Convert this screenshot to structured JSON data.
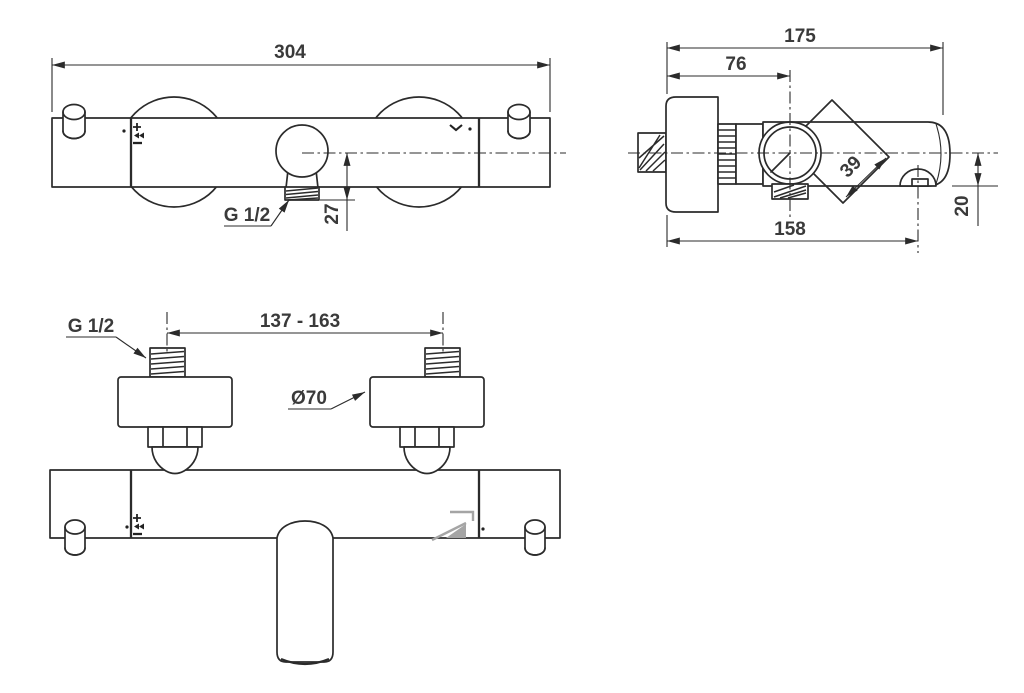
{
  "drawing": {
    "background": "#ffffff",
    "line_color": "#2b2b2b",
    "text_color": "#3a3a3a",
    "gray_mark_color": "#a5a5a5",
    "front_view": {
      "overall_width": "304",
      "outlet_depth": "27",
      "thread_label": "G 1/2"
    },
    "side_view": {
      "overall_depth": "175",
      "cartridge_offset": "76",
      "outlet_reach": "158",
      "arm_width": "39",
      "outlet_offset": "20"
    },
    "plan_view": {
      "inlet_spacing": "137 - 163",
      "thread_label": "G 1/2",
      "escutcheon_diameter": "Ø70"
    }
  }
}
